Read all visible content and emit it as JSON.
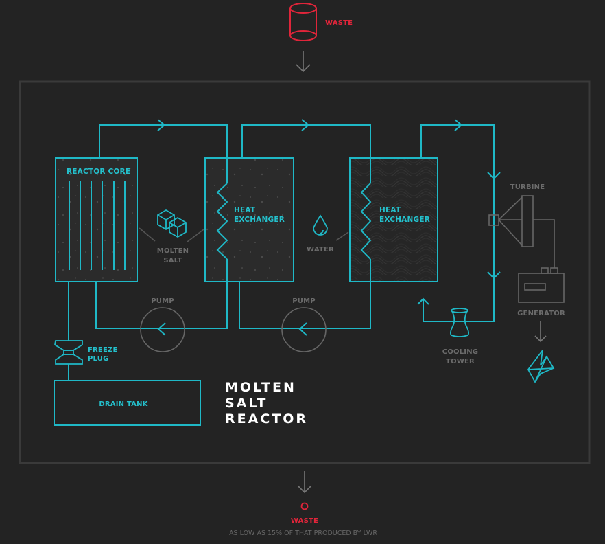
{
  "colors": {
    "background": "#232323",
    "frame": "#3a3a3a",
    "pipe": "#1fb8c6",
    "accent_text": "#24c0cc",
    "muted": "#6b6b6b",
    "waste": "#e0253a",
    "title": "#ffffff"
  },
  "top": {
    "waste_label": "WASTE",
    "icon": "waste-barrel-icon"
  },
  "components": {
    "reactor_core": "REACTOR CORE",
    "heat_exchanger_1": [
      "HEAT",
      "EXCHANGER"
    ],
    "heat_exchanger_2": [
      "HEAT",
      "EXCHANGER"
    ],
    "molten_salt": [
      "MOLTEN",
      "SALT"
    ],
    "water": "WATER",
    "pump_1": "PUMP",
    "pump_2": "PUMP",
    "turbine": "TURBINE",
    "generator": "GENERATOR",
    "cooling_tower": [
      "COOLING",
      "TOWER"
    ],
    "freeze_plug": [
      "FREEZE",
      "PLUG"
    ],
    "drain_tank": "DRAIN TANK"
  },
  "title": [
    "MOLTEN",
    "SALT",
    "REACTOR"
  ],
  "bottom": {
    "waste_label": "WASTE",
    "note": "AS LOW AS 15% OF THAT PRODUCED BY LWR"
  }
}
